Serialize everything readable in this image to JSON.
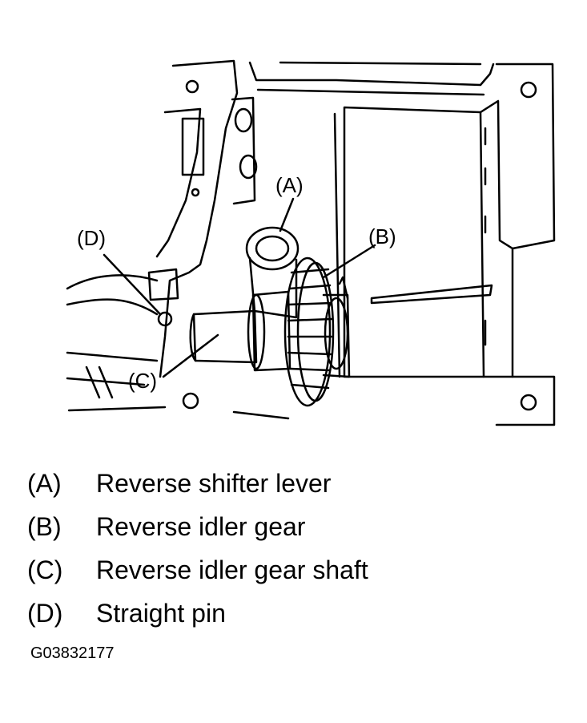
{
  "callouts": {
    "a": "(A)",
    "b": "(B)",
    "c": "(C)",
    "d": "(D)"
  },
  "legend": [
    {
      "key": "(A)",
      "text": "Reverse shifter lever"
    },
    {
      "key": "(B)",
      "text": "Reverse idler gear"
    },
    {
      "key": "(C)",
      "text": "Reverse idler gear shaft"
    },
    {
      "key": "(D)",
      "text": "Straight pin"
    }
  ],
  "figure_id": "G03832177"
}
